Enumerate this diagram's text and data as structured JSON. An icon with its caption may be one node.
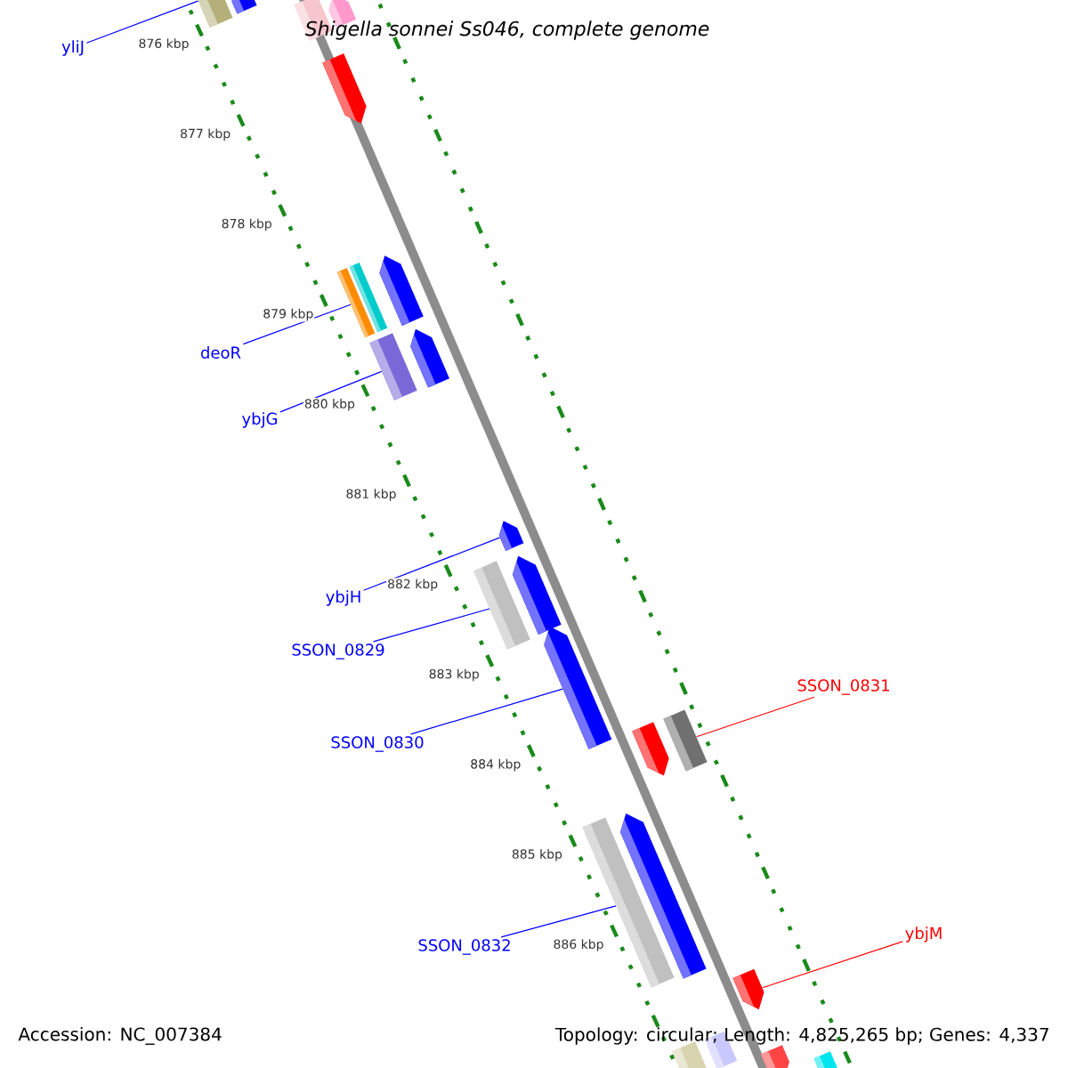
{
  "diagram": {
    "title": "Shigella sonnei Ss046, complete genome",
    "nodes": [
      {
        "text": [
          "yliJ"
        ]
      },
      {
        "text": [
          "deoR"
        ]
      },
      {
        "text": [
          "ybjG"
        ]
      },
      {
        "text": [
          "ybjH"
        ]
      },
      {
        "text": [
          "SSON_0829"
        ]
      },
      {
        "text": [
          "SSON_0830"
        ]
      },
      {
        "text": [
          "SSON_0831"
        ]
      },
      {
        "text": [
          "SSON_0832"
        ]
      },
      {
        "text": [
          "ybjM"
        ]
      },
      {
        "text": [],
        "shape": "box"
      },
      {
        "text": [],
        "shape": "pentagon"
      },
      {
        "text": [],
        "shape": "pentagon"
      },
      {
        "text": [],
        "shape": "box"
      },
      {
        "text": [],
        "shape": "pentagon"
      },
      {
        "text": [],
        "shape": "pentagon"
      },
      {
        "text": [],
        "shape": "box"
      },
      {
        "text": [],
        "shape": "box"
      },
      {
        "text": [],
        "shape": "pentagon"
      },
      {
        "text": [],
        "shape": "box"
      },
      {
        "text": [],
        "shape": "pentagon"
      },
      {
        "text": [],
        "shape": "pentagon"
      },
      {
        "text": [],
        "shape": "box"
      },
      {
        "text": [],
        "shape": "pentagon"
      },
      {
        "text": [],
        "shape": "box"
      },
      {
        "text": [],
        "shape": "pentagon"
      },
      {
        "text": [],
        "shape": "pentagon"
      },
      {
        "text": [],
        "shape": "box"
      },
      {
        "text": [],
        "shape": "pentagon"
      },
      {
        "text": [],
        "shape": "box"
      },
      {
        "text": [],
        "shape": "box"
      },
      {
        "text": [],
        "shape": "pentagon"
      },
      {
        "text": [],
        "shape": "box"
      }
    ],
    "edges": [
      {
        "from": 0,
        "to": 9,
        "arrow": "none"
      },
      {
        "from": 1,
        "to": 16,
        "arrow": "none"
      },
      {
        "from": 2,
        "to": 18,
        "arrow": "none"
      },
      {
        "from": 3,
        "to": 19,
        "arrow": "none"
      },
      {
        "from": 4,
        "to": 21,
        "arrow": "none"
      },
      {
        "from": 5,
        "to": 22,
        "arrow": "none"
      },
      {
        "from": 6,
        "to": 23,
        "arrow": "none",
        "color": "#ff0000"
      },
      {
        "from": 7,
        "to": 26,
        "arrow": "none"
      },
      {
        "from": 8,
        "to": 27,
        "arrow": "none",
        "color": "#ff0000"
      }
    ],
    "labels": [
      "876 kbp",
      "877 kbp",
      "878 kbp",
      "879 kbp",
      "880 kbp",
      "881 kbp",
      "882 kbp",
      "883 kbp",
      "884 kbp",
      "885 kbp",
      "886 kbp",
      "Accession: NC_007384",
      "Topology: circular; Length: 4,825,265 bp; Genes: 4,337"
    ]
  }
}
